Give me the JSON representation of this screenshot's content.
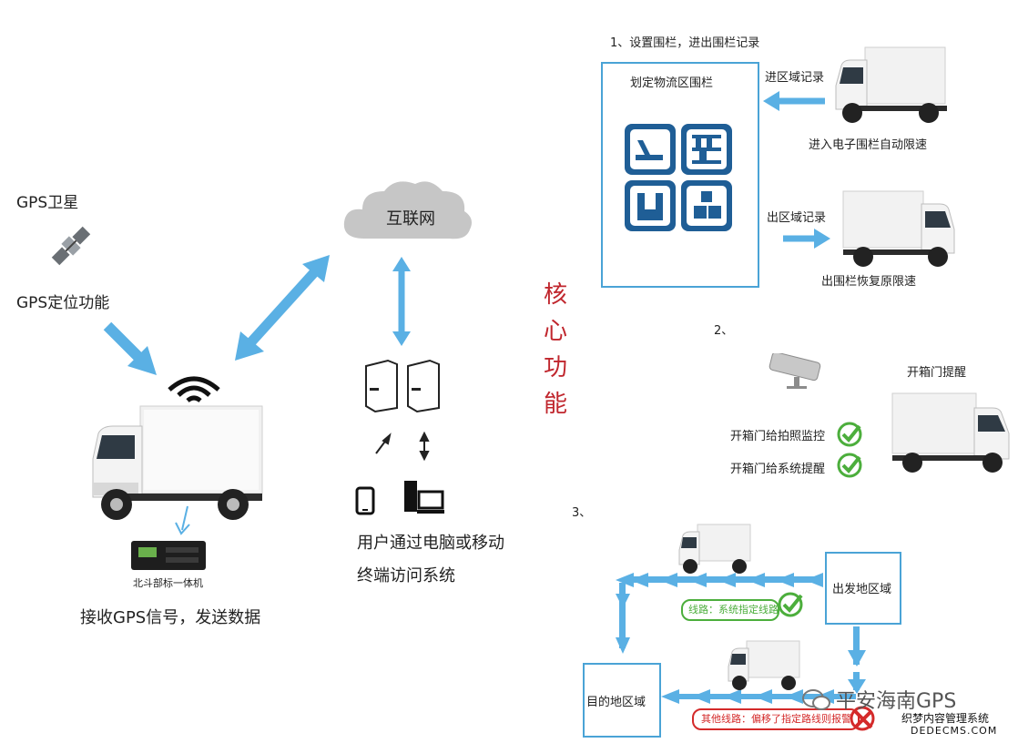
{
  "left": {
    "gps_satellite": "GPS卫星",
    "gps_function": "GPS定位功能",
    "device_label": "北斗部标一体机",
    "receive_send": "接收GPS信号，发送数据"
  },
  "center": {
    "internet": "互联网",
    "access_line1": "用户通过电脑或移动",
    "access_line2": "终端访问系统"
  },
  "core": {
    "chars": [
      "核",
      "心",
      "功",
      "能"
    ]
  },
  "section1": {
    "title": "1、设置围栏，进出围栏记录",
    "fence_label": "划定物流区围栏",
    "enter_record": "进区域记录",
    "enter_speed": "进入电子围栏自动限速",
    "exit_record": "出区域记录",
    "exit_speed": "出围栏恢复原限速"
  },
  "section2": {
    "number": "2、",
    "open_alert": "开箱门提醒",
    "item1": "开箱门给拍照监控",
    "item2": "开箱门给系统提醒"
  },
  "section3": {
    "number": "3、",
    "start_area": "出发地区域",
    "dest_area": "目的地区域",
    "route_ok": "线路：系统指定线路",
    "route_bad": "其他线路：偏移了指定路线则报警"
  },
  "watermark": {
    "brand": "平安海南GPS",
    "site1": "织梦内容管理系统",
    "site2": "DEDECMS.COM"
  },
  "colors": {
    "arrow": "#5ab0e4",
    "box_border": "#4aa3d6",
    "core_red": "#c0262d",
    "check_green": "#4cae3c",
    "warn_red": "#d42a2a"
  }
}
